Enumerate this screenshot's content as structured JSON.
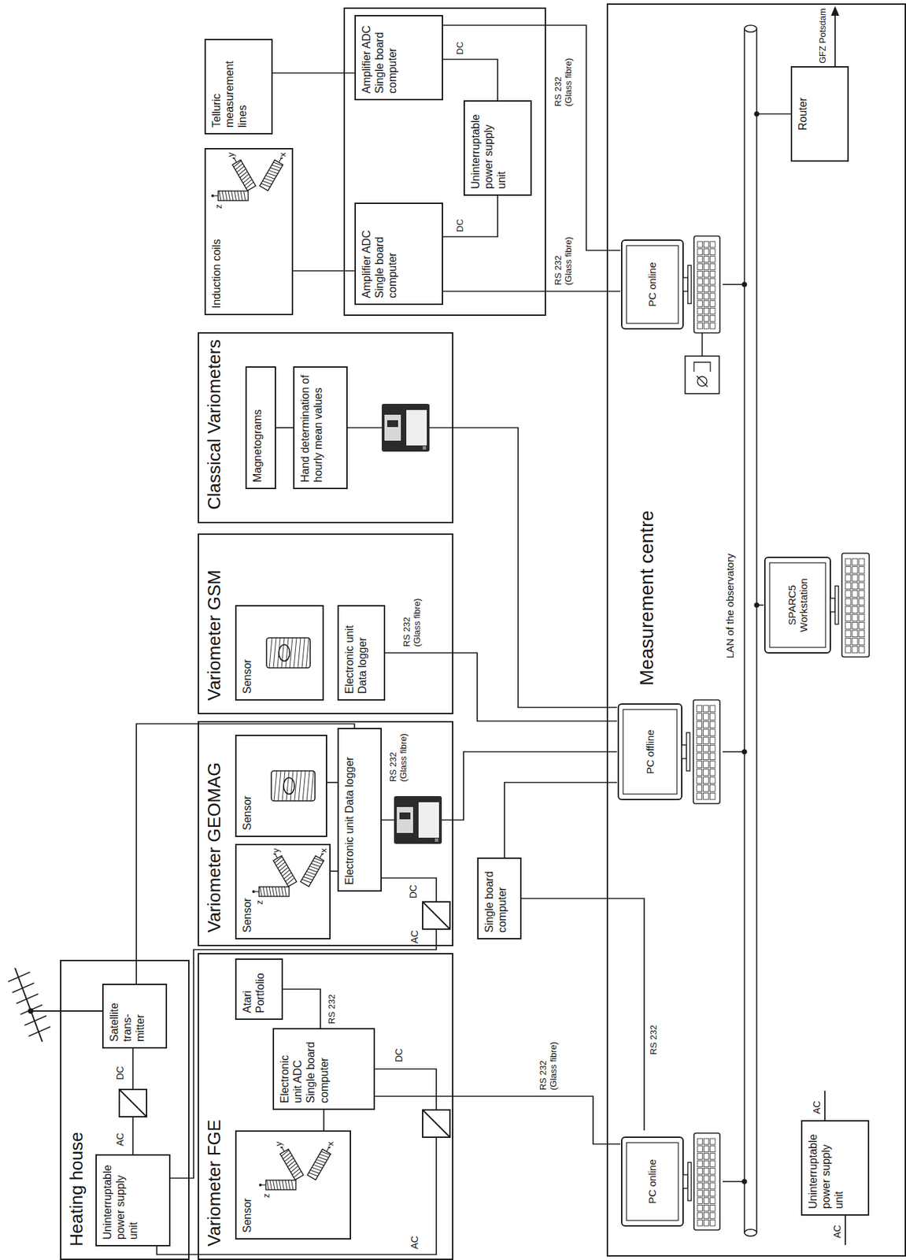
{
  "diagram": {
    "nodes": [
      {
        "text": [
          "Heating house"
        ]
      },
      {
        "text": [
          "Uninterruptable power supply unit"
        ],
        "in": 0
      },
      {
        "text": [
          "Satellite trans- mitter"
        ],
        "in": 0
      },
      {
        "text": [
          "Variometer FGE"
        ]
      },
      {
        "text": [
          "Sensor"
        ],
        "in": 3
      },
      {
        "text": [
          "Electronic unit ADC Single board computer"
        ],
        "in": 3
      },
      {
        "text": [
          "Atari Portfolio"
        ],
        "in": 3
      },
      {
        "text": [
          "Variometer GEOMAG"
        ]
      },
      {
        "text": [
          "Sensor"
        ],
        "in": 7
      },
      {
        "text": [
          "Sensor"
        ],
        "in": 7
      },
      {
        "text": [
          "Electronic unit Data logger"
        ],
        "in": 7
      },
      {
        "text": [
          "Variometer GSM"
        ]
      },
      {
        "text": [
          "Sensor"
        ],
        "in": 11
      },
      {
        "text": [
          "Electronic unit Data logger"
        ],
        "in": 11
      },
      {
        "text": [
          "Classical Variometers"
        ]
      },
      {
        "text": [
          "Magnetograms"
        ],
        "in": 14
      },
      {
        "text": [
          "Hand determination of hourly mean values"
        ],
        "in": 14
      },
      {
        "text": [
          "Induction coils"
        ]
      },
      {
        "text": [
          "Telluric measurement lines"
        ]
      },
      {
        "text": [
          "Amplifier ADC Single board computer"
        ]
      },
      {
        "text": [
          "Uninterruptable power supply unit"
        ]
      },
      {
        "text": [
          "Amplifier ADC Single board computer"
        ]
      },
      {
        "text": [
          "Single board computer"
        ]
      },
      {
        "text": [
          "Measurement centre"
        ]
      },
      {
        "text": [
          "PC online"
        ],
        "in": 23
      },
      {
        "text": [
          "PC offline"
        ],
        "in": 23
      },
      {
        "text": [
          "PC online"
        ],
        "in": 23
      },
      {
        "text": [
          "SPARC5 Workstation"
        ],
        "in": 23
      },
      {
        "text": [
          "Router"
        ],
        "in": 23
      },
      {
        "text": [
          "Uninterruptable power supply unit"
        ],
        "in": 23
      }
    ],
    "edges": [
      {
        "from": 1,
        "to": 2,
        "arrow": "none"
      },
      {
        "from": 5,
        "to": 6,
        "label": "RS 232",
        "arrow": "none"
      },
      {
        "from": 4,
        "to": 5,
        "arrow": "none"
      },
      {
        "from": 5,
        "to": 24,
        "label": "RS 232 (Glass fibre)",
        "arrow": "none"
      },
      {
        "from": 24,
        "to": 22,
        "label": "RS 232",
        "arrow": "none"
      },
      {
        "from": 22,
        "to": 25,
        "arrow": "none"
      },
      {
        "from": 13,
        "to": 25,
        "label": "RS 232 (Glass fibre)",
        "arrow": "none"
      },
      {
        "from": 10,
        "to": 2,
        "label": "RS 232 (Glass fibre)",
        "arrow": "none"
      },
      {
        "from": 10,
        "to": 25,
        "arrow": "none"
      },
      {
        "from": 8,
        "to": 10,
        "arrow": "none"
      },
      {
        "from": 9,
        "to": 10,
        "arrow": "none"
      },
      {
        "from": 16,
        "to": 25,
        "arrow": "none"
      },
      {
        "from": 15,
        "to": 16,
        "arrow": "none"
      },
      {
        "from": 17,
        "to": 19,
        "arrow": "none"
      },
      {
        "from": 18,
        "to": 21,
        "arrow": "none"
      },
      {
        "from": 19,
        "to": 20,
        "label": "DC",
        "arrow": "none"
      },
      {
        "from": 21,
        "to": 20,
        "label": "DC",
        "arrow": "none"
      },
      {
        "from": 19,
        "to": 26,
        "label": "RS 232 (Glass fibre)",
        "arrow": "none"
      },
      {
        "from": 21,
        "to": 26,
        "label": "RS 232 (Glass fibre)",
        "arrow": "none"
      },
      {
        "from": 1,
        "to": 5,
        "arrow": "none"
      },
      {
        "from": 1,
        "to": 10,
        "arrow": "none"
      }
    ],
    "labels": [
      "AC",
      "DC",
      "AC",
      "DC",
      "AC",
      "DC",
      "z",
      "y",
      "x",
      "z",
      "y",
      "x",
      "z",
      "y",
      "x",
      "LAN of the observatory",
      "GFZ Potsdam",
      "AC",
      "AC"
    ]
  }
}
